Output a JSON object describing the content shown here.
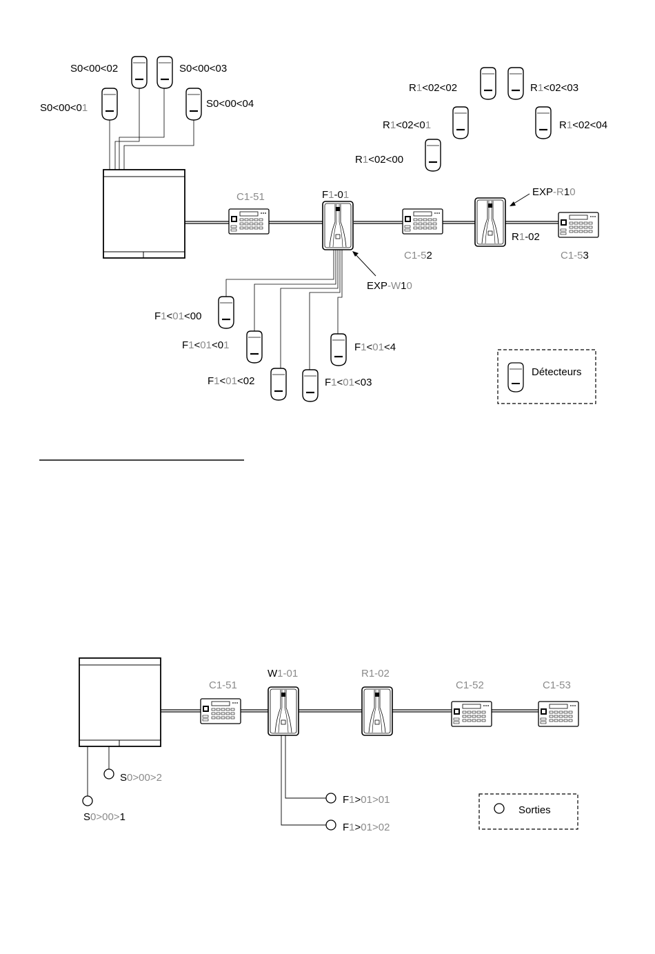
{
  "colors": {
    "line": "#000000",
    "grey": "#8a8a8a"
  },
  "top": {
    "panel_detectors": [
      {
        "prefix": "S0<00<0",
        "suffix": "1"
      },
      {
        "prefix": "S0<00<02",
        "suffix": ""
      },
      {
        "prefix": "S0<00<03",
        "suffix": ""
      },
      {
        "prefix": "S0<00<04",
        "suffix": ""
      }
    ],
    "keypad1": "C1-51",
    "keypad2_a": "C1-5",
    "keypad2_b": "2",
    "keypad3_a": "C1-5",
    "keypad3_b": "3",
    "exp1_a": "F",
    "exp1_b": "1",
    "exp1_c": "-0",
    "exp1_d": "1",
    "exp1_pointer_a": "EXP",
    "exp1_pointer_b": "-W",
    "exp1_pointer_c": "1",
    "exp1_pointer_d": "0",
    "exp2_pointer_a": "EXP",
    "exp2_pointer_b": "-R",
    "exp2_pointer_c": "1",
    "exp2_pointer_d": "0",
    "exp2_a": "R",
    "exp2_b": "1",
    "exp2_c": "-02",
    "r_detectors": [
      {
        "a": "R",
        "b": "1",
        "c": "<02<02"
      },
      {
        "a": "R",
        "b": "1",
        "c": "<02<03"
      },
      {
        "a": "R",
        "b": "1",
        "c": "<02<0",
        "d": "1"
      },
      {
        "a": "R",
        "b": "1",
        "c": "<02<04"
      },
      {
        "a": "R",
        "b": "1",
        "c": "<02<00"
      }
    ],
    "f_detectors": [
      {
        "a": "F",
        "b": "1",
        "c": "<",
        "d": "01",
        "e": "<00"
      },
      {
        "a": "F",
        "b": "1",
        "c": "<",
        "d": "01",
        "e": "<0",
        "f": "1"
      },
      {
        "a": "F",
        "b": "1",
        "c": "<",
        "d": "01",
        "e": "<02"
      },
      {
        "a": "F",
        "b": "1",
        "c": "<",
        "d": "01",
        "e": "<03"
      },
      {
        "a": "F",
        "b": "1",
        "c": "<",
        "d": "01",
        "e": "<4"
      }
    ],
    "legend_label": "Détecteurs"
  },
  "bottom": {
    "keypad1": "C1-51",
    "exp1_a": "W",
    "exp1_b": "1-01",
    "exp2": "R1-02",
    "keypad2": "C1-52",
    "keypad3": "C1-53",
    "panel_outputs": [
      {
        "a": "S",
        "b": "0>00>",
        "c": "2"
      },
      {
        "a": "S",
        "b": "0>00>",
        "c": "1"
      }
    ],
    "f_outputs": [
      {
        "a": "F",
        "b": "1",
        "c": ">",
        "d": "01",
        "e": ">01"
      },
      {
        "a": "F",
        "b": "1",
        "c": ">",
        "d": "01",
        "e": ">02"
      }
    ],
    "legend_label": "Sorties"
  }
}
